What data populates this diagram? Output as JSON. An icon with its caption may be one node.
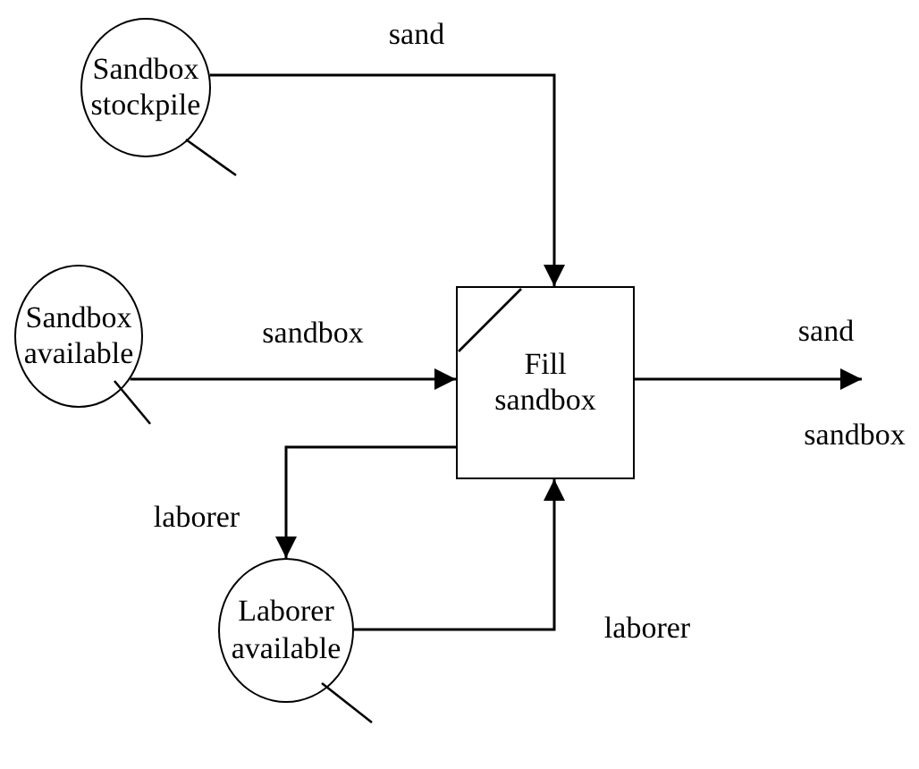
{
  "diagram": {
    "nodes": [
      {
        "text": [
          "Sandbox stockpile"
        ]
      },
      {
        "text": [
          "Sandbox available"
        ]
      },
      {
        "text": [
          "Laborer available"
        ]
      },
      {
        "text": [
          "Fill sandbox"
        ]
      }
    ],
    "edges": [
      {
        "from": 0,
        "to": 3,
        "arrow": "to",
        "label": "sand"
      },
      {
        "from": 1,
        "to": 3,
        "arrow": "to",
        "label": "sandbox"
      },
      {
        "from": 3,
        "to": 2,
        "arrow": "to",
        "label": "laborer"
      },
      {
        "from": 2,
        "to": 3,
        "arrow": "to",
        "label": "laborer"
      },
      {
        "from": 3,
        "to": null,
        "arrow": "to",
        "label": "sand"
      }
    ],
    "labels": [
      "sandbox"
    ]
  }
}
